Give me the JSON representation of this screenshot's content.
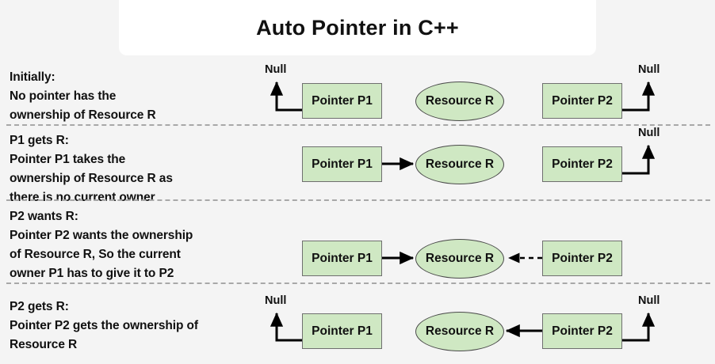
{
  "title": {
    "text": "Auto Pointer in C++"
  },
  "labels": {
    "pointer_p1": "Pointer P1",
    "pointer_p2": "Pointer P2",
    "resource_r": "Resource R",
    "null": "Null"
  },
  "colors": {
    "background": "#f4f4f4",
    "title_card": "#ffffff",
    "node_fill": "#cfe8c3",
    "node_stroke": "#6f6f6f",
    "arrow": "#000000",
    "divider": "#a8a8a8",
    "text": "#111111"
  },
  "rows": [
    {
      "id": "initially",
      "heading": "Initially:",
      "description": "Initially:\nNo pointer has the\nownership of Resource R",
      "p1_null": true,
      "p2_null": true,
      "p1_to_r": false,
      "p2_to_r": false,
      "p2_to_r_dashed": false
    },
    {
      "id": "p1-gets-r",
      "heading": "P1 gets R:",
      "description": "P1 gets R:\nPointer P1 takes the\nownership of Resource R as\nthere is no current owner",
      "p1_null": false,
      "p2_null": true,
      "p1_to_r": true,
      "p2_to_r": false,
      "p2_to_r_dashed": false
    },
    {
      "id": "p2-wants-r",
      "heading": "P2 wants R:",
      "description": "P2 wants R:\nPointer P2 wants the ownership\nof Resource R, So the current\nowner P1 has to give it to P2",
      "p1_null": false,
      "p2_null": false,
      "p1_to_r": true,
      "p2_to_r": true,
      "p2_to_r_dashed": true
    },
    {
      "id": "p2-gets-r",
      "heading": "P2 gets R:",
      "description": "P2 gets R:\nPointer P2 gets the ownership of\nResource R",
      "p1_null": true,
      "p2_null": true,
      "p1_to_r": false,
      "p2_to_r": true,
      "p2_to_r_dashed": false
    }
  ]
}
